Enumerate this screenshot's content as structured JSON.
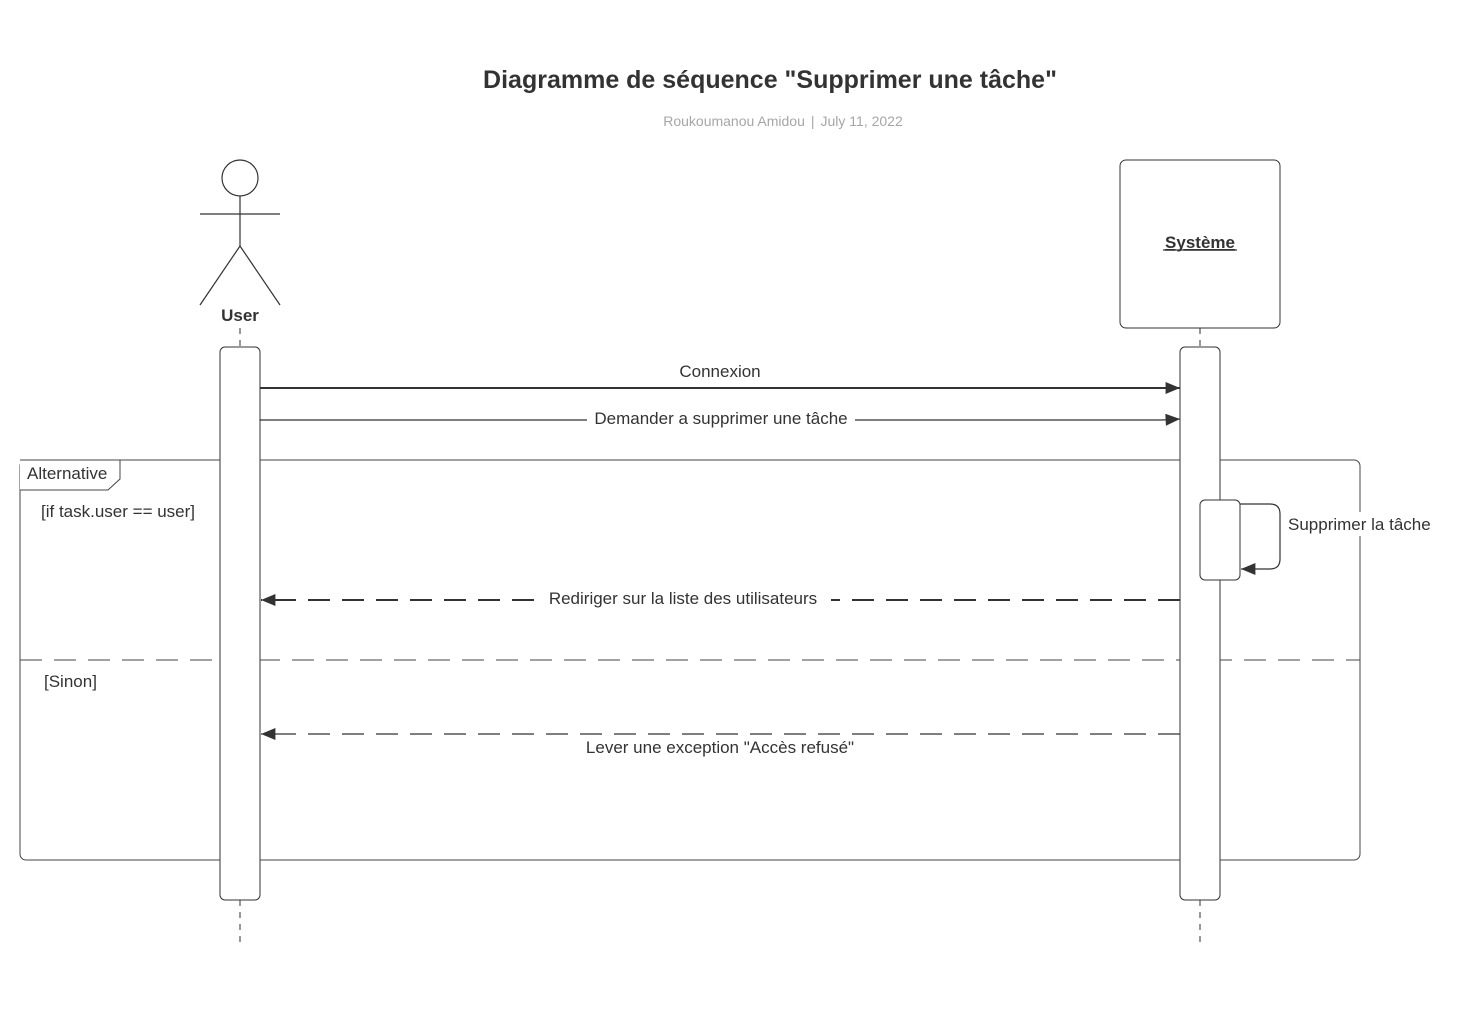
{
  "header": {
    "title": "Diagramme de séquence \"Supprimer une tâche\"",
    "author": "Roukoumanou Amidou",
    "separator": "|",
    "date": "July 11, 2022"
  },
  "participants": {
    "user": "User",
    "system": "Système"
  },
  "messages": {
    "connexion": "Connexion",
    "demander": "Demander a supprimer une tâche",
    "supprimer": "Supprimer la tâche",
    "rediriger": "Rediriger sur la liste des utilisateurs",
    "exception": "Lever une exception \"Accès refusé\""
  },
  "fragment": {
    "label": "Alternative",
    "guard_if": "[if task.user == user]",
    "guard_else": "[Sinon]"
  }
}
